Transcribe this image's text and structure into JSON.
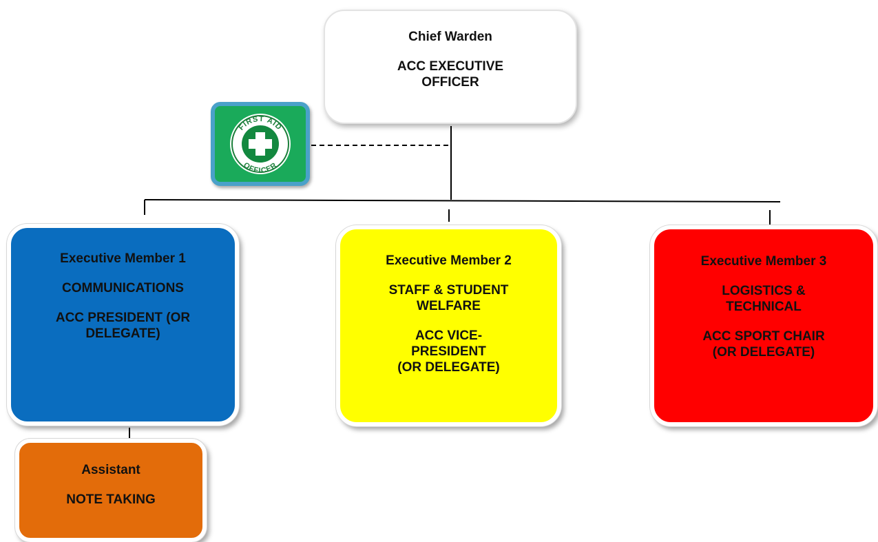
{
  "chief": {
    "title": "Chief Warden",
    "role": "ACC EXECUTIVE OFFICER",
    "role_line1": "ACC EXECUTIVE",
    "role_line2": "OFFICER"
  },
  "first_aid": {
    "badge_text_top": "FIRST AID",
    "badge_text_bottom": "OFFICER",
    "icon": "first-aid-cross-icon",
    "colors": {
      "badge_green": "#1aaa5a",
      "frame": "#4aa1c9"
    }
  },
  "members": [
    {
      "title": "Executive Member 1",
      "area": "COMMUNICATIONS",
      "role_line1": "ACC PRESIDENT (OR",
      "role_line2": "DELEGATE)",
      "color": "#0a6dbf"
    },
    {
      "title": "Executive Member 2",
      "area_line1": "STAFF & STUDENT",
      "area_line2": "WELFARE",
      "role_line1": "ACC VICE-",
      "role_line2": "PRESIDENT",
      "role_line3": "(OR DELEGATE)",
      "color": "#ffff00"
    },
    {
      "title": "Executive Member 3",
      "area_line1": "LOGISTICS &",
      "area_line2": "TECHNICAL",
      "role_line1": "ACC SPORT CHAIR",
      "role_line2": "(OR DELEGATE)",
      "color": "#ff0000"
    }
  ],
  "assistant": {
    "title": "Assistant",
    "task": "NOTE TAKING",
    "color": "#e36c0a"
  }
}
